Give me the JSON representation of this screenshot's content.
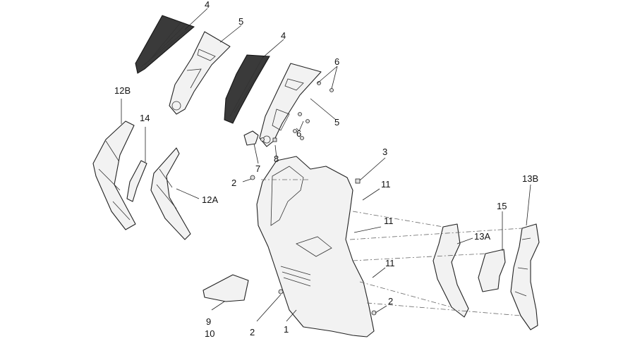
{
  "callouts": {
    "c4a": "4",
    "c5a": "5",
    "c4b": "4",
    "c6a": "6",
    "c5b": "5",
    "c12b": "12B",
    "c14": "14",
    "c6b": "6",
    "c12a": "12A",
    "c7": "7",
    "c8": "8",
    "c3": "3",
    "c2a": "2",
    "c11a": "11",
    "c11b": "11",
    "c13b": "13B",
    "c15": "15",
    "c13a": "13A",
    "c11c": "11",
    "c9": "9",
    "c10": "10",
    "c2b": "2",
    "c1": "1",
    "c2c": "2"
  }
}
